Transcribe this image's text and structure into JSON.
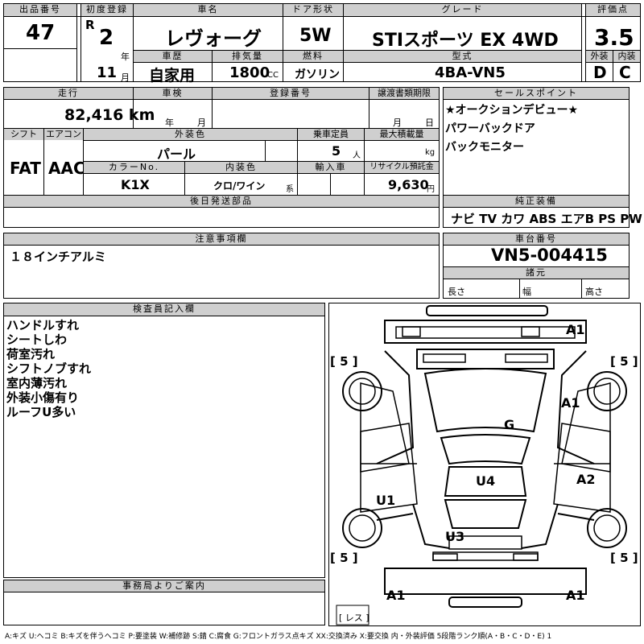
{
  "header": {
    "lot_label": "出品番号",
    "lot": "47",
    "reg_label": "初度登録",
    "era": "R",
    "year": "2",
    "year_unit": "年",
    "month": "11",
    "month_unit": "月",
    "car_name_label": "車名",
    "car_name": "レヴォーグ",
    "door_label": "ドア形状",
    "door": "5W",
    "grade_label": "グレード",
    "grade": "STIスポーツ EX 4WD",
    "score_label": "評価点",
    "score": "3.5",
    "ext_label": "外装",
    "ext": "D",
    "int_label": "内装",
    "int": "C",
    "history_label": "車歴",
    "history": "自家用",
    "cc_label": "排気量",
    "cc": "1800",
    "cc_unit": "CC",
    "fuel_label": "燃料",
    "fuel": "ガソリン",
    "model_label": "型式",
    "model": "4BA-VN5"
  },
  "row2": {
    "mileage_label": "走行",
    "mileage": "82,416 km",
    "inspection_label": "車検",
    "insp_year": "年",
    "insp_month": "月",
    "regno_label": "登録番号",
    "transfer_label": "譲渡書類期限",
    "tr_month": "月",
    "tr_day": "日",
    "shift_label": "シフト",
    "shift": "FAT",
    "ac_label": "エアコン",
    "ac": "AAC",
    "color_label": "外装色",
    "color": "パール",
    "capacity_label": "乗車定員",
    "capacity": "5",
    "capacity_unit": "人",
    "load_label": "最大積載量",
    "load_unit": "kg",
    "colorno_label": "カラーNo.",
    "colorno": "K1X",
    "interior_label": "内装色",
    "interior": "クロ/ワイン",
    "interior_unit": "系",
    "import_label": "輸入車",
    "recycle_label": "リサイクル預託金",
    "recycle": "9,630",
    "recycle_unit": "円",
    "later_label": "後日発送部品"
  },
  "sales": {
    "label": "セールスポイント",
    "lines": [
      "★オークションデビュー★",
      "パワーバックドア",
      "バックモニター"
    ]
  },
  "equip": {
    "label": "純正装備",
    "value": "ナビ TV カワ ABS エアB PS PW"
  },
  "notes": {
    "label": "注意事項欄",
    "value": "１８インチアルミ"
  },
  "chassis": {
    "label": "車台番号",
    "value": "VN5-004415",
    "dims_label": "諸元",
    "length": "長さ",
    "width": "幅",
    "height": "高さ"
  },
  "inspector": {
    "label": "検査員記入欄",
    "lines": [
      "ハンドルすれ",
      "シートしわ",
      "荷室汚れ",
      "シフトノブすれ",
      "室内薄汚れ",
      "外装小傷有り",
      "ルーフU多い"
    ]
  },
  "office": {
    "label": "事務局よりご案内"
  },
  "diagram": {
    "tire_fl": "[ 5 ]",
    "tire_fr": "[ 5 ]",
    "tire_rl": "[ 5 ]",
    "tire_rr": "[ 5 ]",
    "a1_front": "A1",
    "a1_fender": "A1",
    "g": "G",
    "u4": "U4",
    "a2": "A2",
    "u1": "U1",
    "u3": "U3",
    "a1_rl": "A1",
    "a1_rr": "A1",
    "spare": "[ レス ]"
  },
  "legend": "A:キズ U:ヘコミ B:キズを伴うヘコミ P:要塗装 W:補修跡 S:錆 C:腐食 G:フロントガラス点キズ XX:交換済み X:要交換 内・外装評価 5段階ランク順(A・B・C・D・E) 1"
}
